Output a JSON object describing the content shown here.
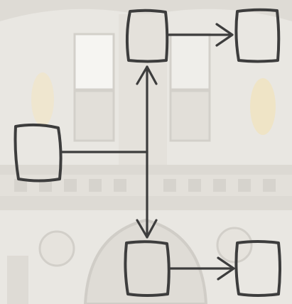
{
  "diagram": {
    "ink_color": "#3d3d3d",
    "background": {
      "description_icon": "gothic-building-facade",
      "wall_color": "#e9e7e2",
      "window_color": "#f5f4f1",
      "shade_color": "#d8d5cf",
      "lamp_color": "#efe2bf"
    },
    "nodes": [
      {
        "id": "box-top-center"
      },
      {
        "id": "box-top-right"
      },
      {
        "id": "box-left"
      },
      {
        "id": "box-bottom-center"
      },
      {
        "id": "box-bottom-right"
      }
    ],
    "edges": [
      {
        "from": "box-top-center",
        "to": "box-top-right",
        "type": "arrow"
      },
      {
        "from": "box-left",
        "to": "vertical-connector",
        "type": "line"
      },
      {
        "from": "box-top-center",
        "to": "box-bottom-center",
        "type": "double-arrow"
      },
      {
        "from": "box-bottom-center",
        "to": "box-bottom-right",
        "type": "arrow"
      }
    ]
  }
}
